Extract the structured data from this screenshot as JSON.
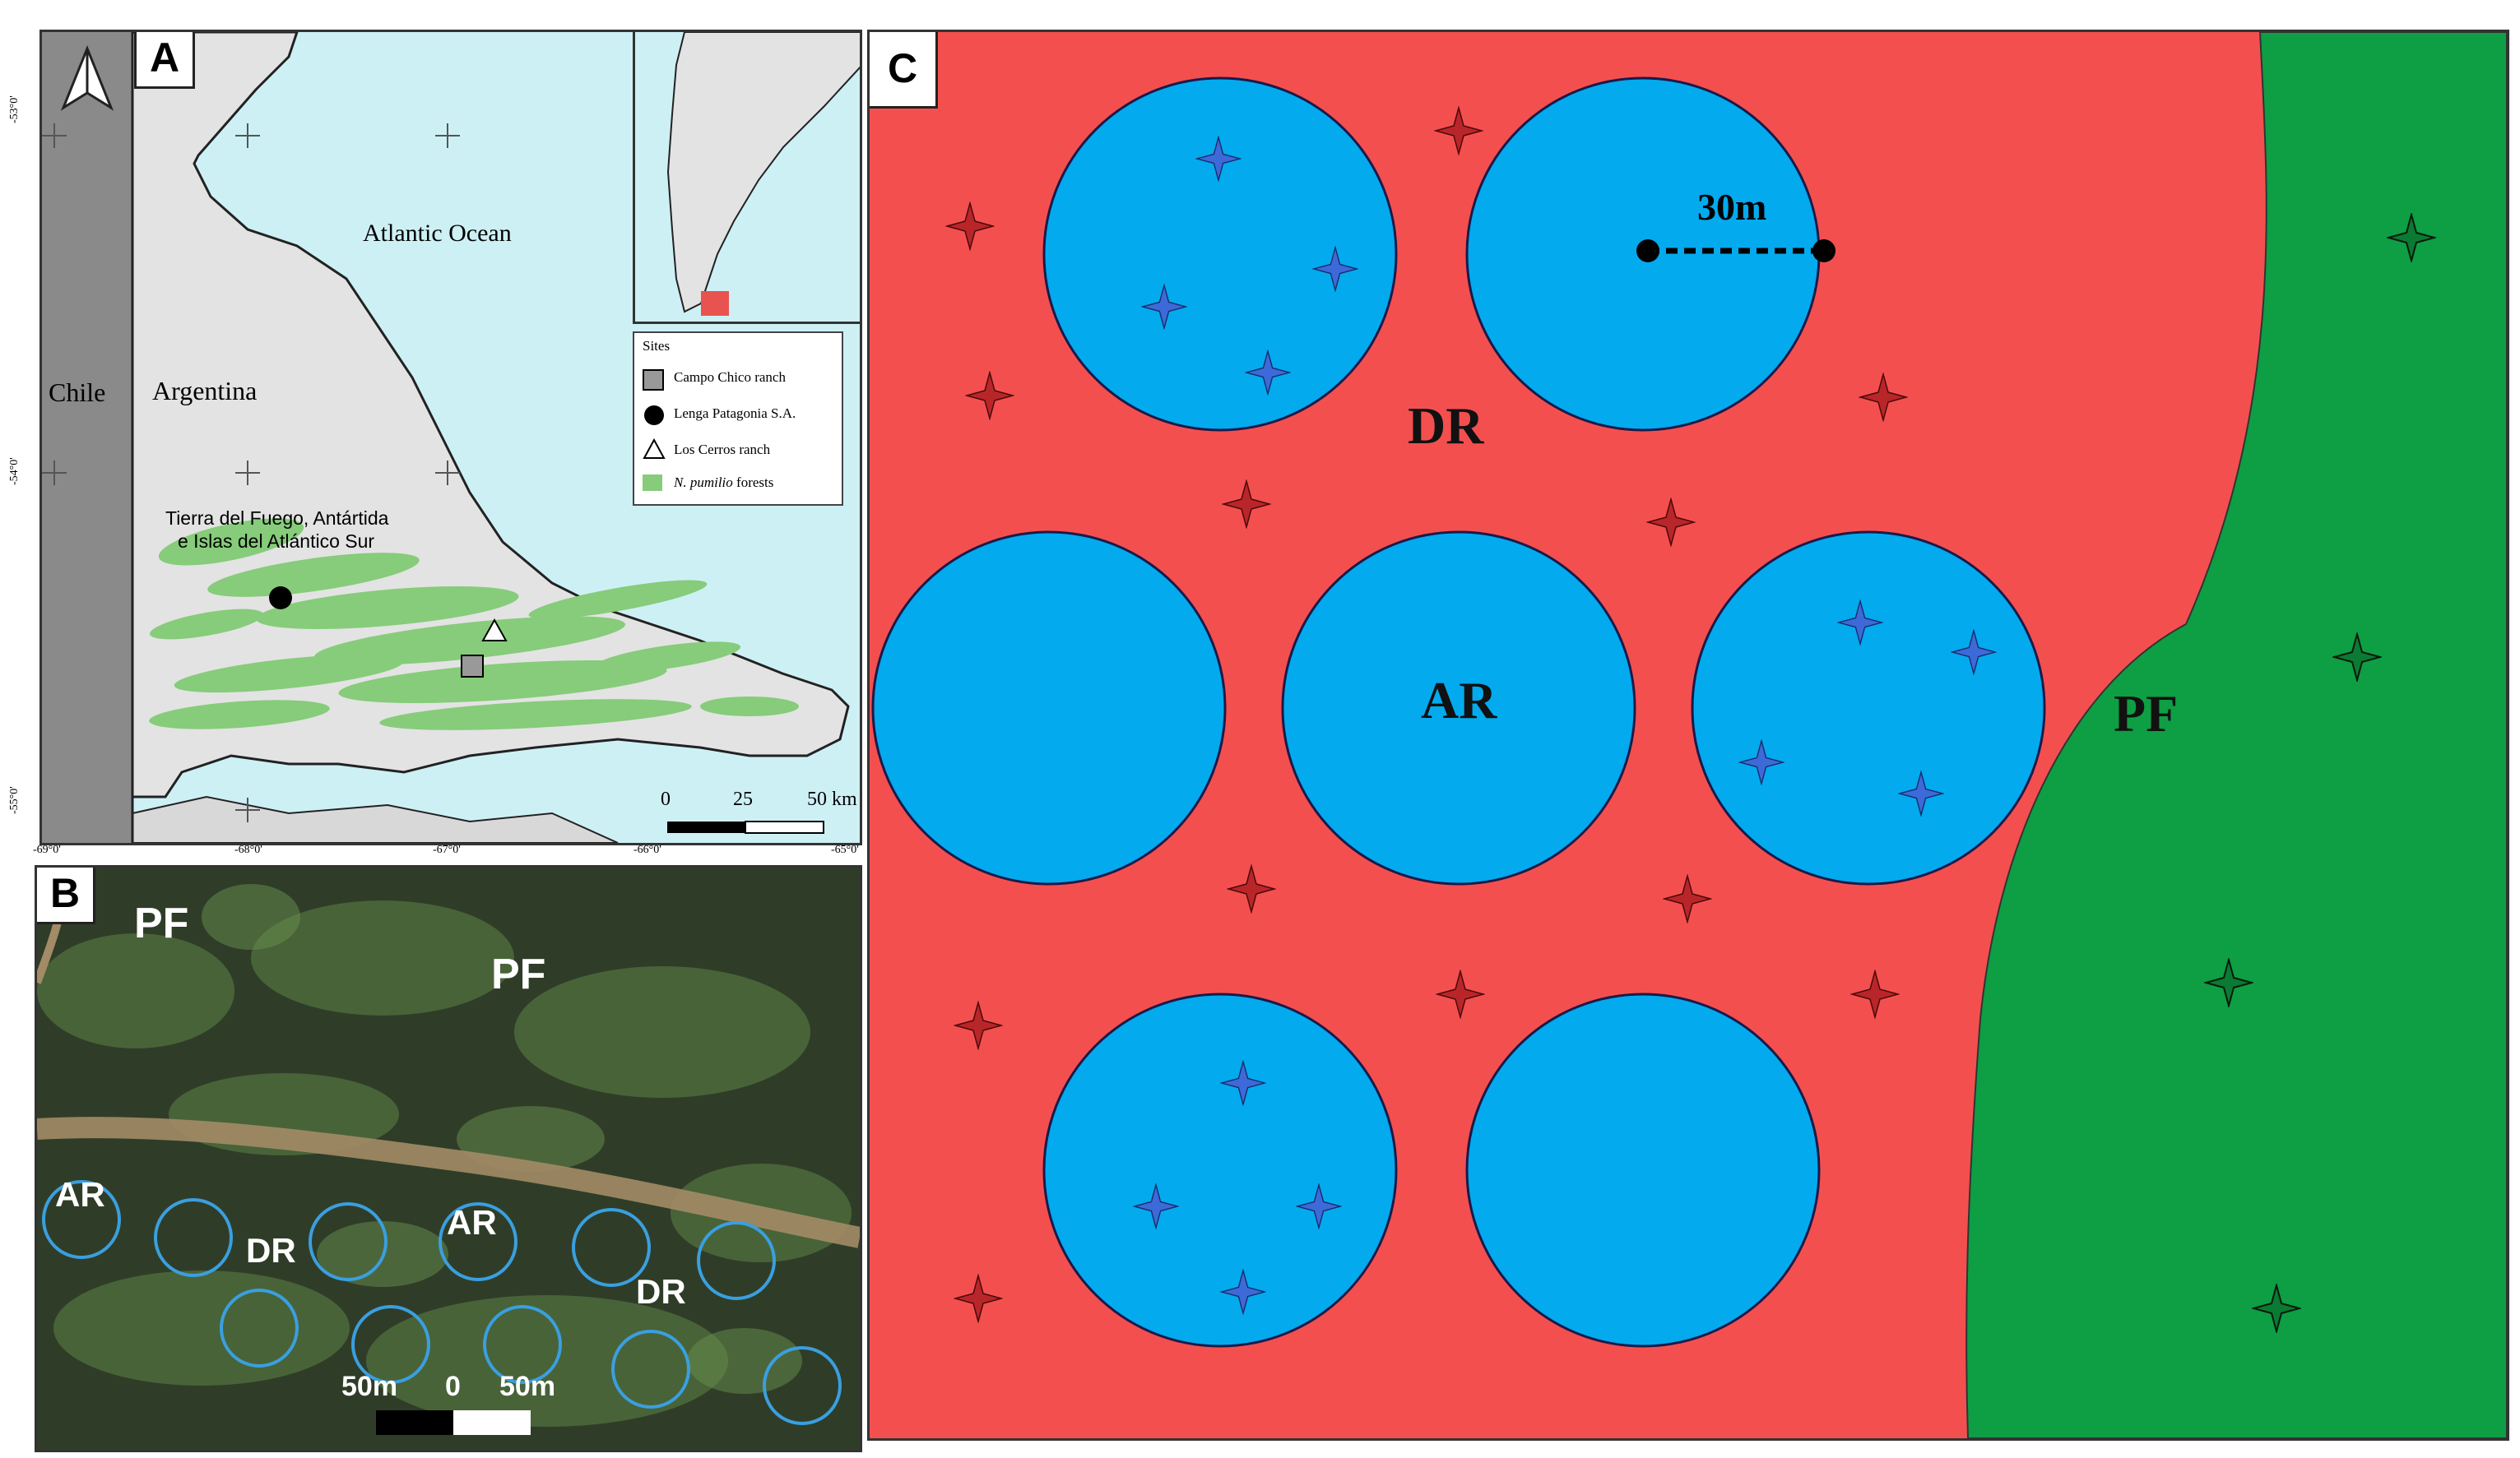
{
  "panels": {
    "a": {
      "label": "A"
    },
    "b": {
      "label": "B"
    },
    "c": {
      "label": "C"
    }
  },
  "map_a": {
    "ocean_label": "Atlantic Ocean",
    "country_chile": "Chile",
    "country_argentina": "Argentina",
    "province_line1": "Tierra del Fuego, Antártida",
    "province_line2": "e Islas del Atlántico Sur",
    "lat_labels": [
      "-53°0'",
      "-54°0'",
      "-55°0'"
    ],
    "lon_labels": [
      "-69°0'",
      "-68°0'",
      "-67°0'",
      "-66°0'",
      "-65°0'"
    ],
    "scale_labels": [
      "0",
      "25",
      "50 km"
    ],
    "legend": {
      "title": "Sites",
      "items": [
        "Campo Chico ranch",
        "Lenga Patagonia S.A.",
        "Los Cerros ranch"
      ],
      "forest_italic": "N. pumilio",
      "forest_suffix": " forests"
    },
    "colors": {
      "land": "#e3e3e3",
      "ocean": "#cdf0f5",
      "chile": "#8a8a8a",
      "forest": "#86cc7a"
    }
  },
  "photo_b": {
    "labels": {
      "pf1": "PF",
      "pf2": "PF",
      "ar1": "AR",
      "ar2": "AR",
      "dr1": "DR",
      "dr2": "DR"
    },
    "scale": [
      "50m",
      "0",
      "50m"
    ]
  },
  "diagram_c": {
    "dr_label": "DR",
    "ar_label": "AR",
    "pf_label": "PF",
    "radius_label": "30m",
    "colors": {
      "dr": "#f44f4f",
      "ar": "#03aaee",
      "pf": "#0e9e44"
    }
  }
}
